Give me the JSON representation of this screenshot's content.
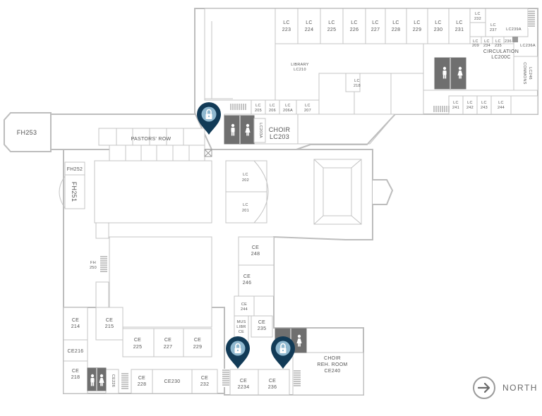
{
  "map": {
    "north_label": "NORTH",
    "rooms": {
      "fh253": "FH253",
      "fh252": "FH252",
      "fh251": "FH251",
      "fh250_a": "FH",
      "fh250_b": "250",
      "pastors_row": "PASTORS' ROW",
      "lc201_a": "LC",
      "lc201_b": "201",
      "lc202_a": "LC",
      "lc202_b": "202",
      "choir_lc203_a": "CHOIR",
      "choir_lc203_b": "LC203",
      "lc203a": "LC203A",
      "lc205_a": "LC",
      "lc205_b": "205",
      "lc206_a": "LC",
      "lc206_b": "206",
      "lc206a_a": "LC",
      "lc206a_b": "206A",
      "lc207_a": "LC",
      "lc207_b": "207",
      "library_a": "LIBRARY",
      "library_b": "LC210",
      "lc218_a": "LC",
      "lc218_b": "218",
      "lc223_a": "LC",
      "lc223_b": "223",
      "lc224_a": "LC",
      "lc224_b": "224",
      "lc225_a": "LC",
      "lc225_b": "225",
      "lc226_a": "LC",
      "lc226_b": "226",
      "lc227_a": "LC",
      "lc227_b": "227",
      "lc228_a": "LC",
      "lc228_b": "228",
      "lc229_a": "LC",
      "lc229_b": "229",
      "lc230_a": "LC",
      "lc230_b": "230",
      "lc231_a": "LC",
      "lc231_b": "231",
      "lc232_a": "LC",
      "lc232_b": "232",
      "lc237_a": "LC",
      "lc237_b": "237",
      "lc239a": "LC239A",
      "lc209_a": "LC",
      "lc209_b": "209",
      "lc234_a": "LC",
      "lc234_b": "234",
      "lc235_a": "LC",
      "lc235_b": "235",
      "lc236": "236",
      "lc236a": "LC236A",
      "circulation_a": "CIRCULATION",
      "circulation_b": "LC200C",
      "commons_a": "COMMONS",
      "commons_b": "LC246",
      "lc241_a": "LC",
      "lc241_b": "241",
      "lc242_a": "LC",
      "lc242_b": "242",
      "lc243_a": "LC",
      "lc243_b": "243",
      "lc244_a": "LC",
      "lc244_b": "244",
      "ce248_a": "CE",
      "ce248_b": "248",
      "ce246_a": "CE",
      "ce246_b": "246",
      "ce244_a": "CE",
      "ce244_b": "244",
      "mus_a": "MUS",
      "mus_b": "LIBR",
      "mus_c": "CE",
      "ce235_a": "CE",
      "ce235_b": "235",
      "ce214_a": "CE",
      "ce214_b": "214",
      "ce215_a": "CE",
      "ce215_b": "215",
      "ce216": "CE216",
      "ce218_a": "CE",
      "ce218_b": "218",
      "ce226": "CE226",
      "ce225_a": "CE",
      "ce225_b": "225",
      "ce227_a": "CE",
      "ce227_b": "227",
      "ce229_a": "CE",
      "ce229_b": "229",
      "ce228_a": "CE",
      "ce228_b": "228",
      "ce230": "CE230",
      "ce232_a": "CE",
      "ce232_b": "232",
      "ce2234_a": "CE",
      "ce2234_b": "2234",
      "ce236_a": "CE",
      "ce236_b": "236",
      "choir_reh_a": "CHOIR",
      "choir_reh_b": "REH. ROOM",
      "choir_reh_c": "CE240"
    },
    "icons": {
      "locked_pin": "lock-location-pin-icon",
      "restroom": "restroom-icon",
      "stairs": "stairs-icon",
      "elevator": "elevator-icon",
      "north_arrow": "arrow-right-circle-icon"
    },
    "colors": {
      "pin": "#123b57",
      "pin_lock": "#8fb8cf",
      "restroom": "#6f6f6f",
      "walls": "#bdbdbd",
      "text": "#555555"
    }
  }
}
